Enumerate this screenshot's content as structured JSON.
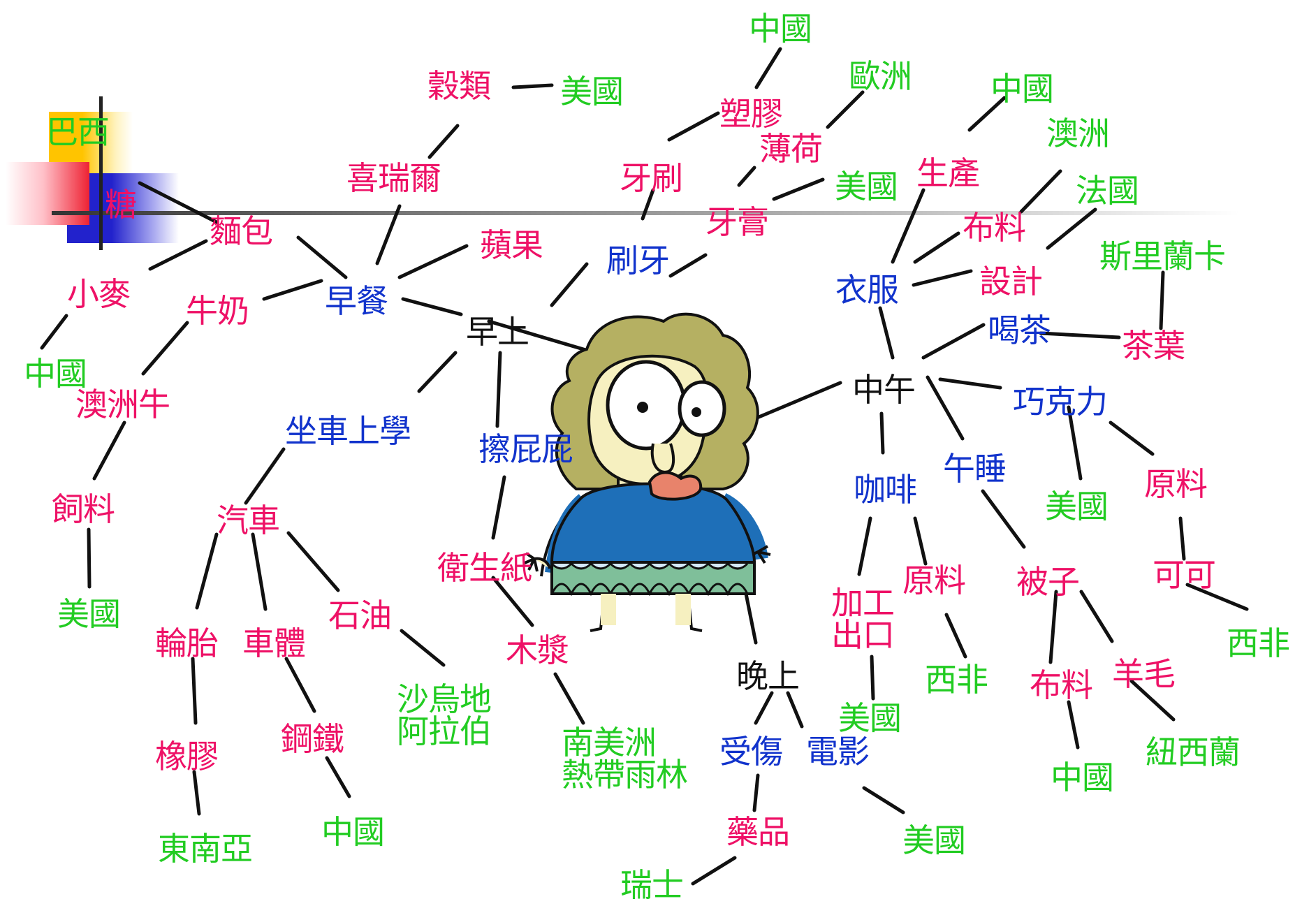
{
  "colors": {
    "red": "#ee1166",
    "green": "#22cc22",
    "blue": "#1133cc",
    "black": "#111111",
    "line": "#111111",
    "hair": "#b5b062",
    "dress": "#1e6fb8",
    "skirt": "#7fbf9a",
    "face": "#f6f0c0",
    "lips": "#e8836b"
  },
  "labels": {
    "breakfast_domain": {
      "morning": "早上",
      "breakfast": "早餐",
      "cereal": "穀類",
      "cereal_usa": "美國",
      "cheerios": "喜瑞爾",
      "apple": "蘋果",
      "bread": "麵包",
      "sugar": "糖",
      "sugar_brazil": "巴西",
      "wheat": "小麥",
      "wheat_china": "中國",
      "milk": "牛奶",
      "aus_cattle": "澳洲牛",
      "feed": "飼料",
      "feed_usa": "美國"
    },
    "brush_domain": {
      "brush_teeth": "刷牙",
      "toothbrush": "牙刷",
      "plastic": "塑膠",
      "plastic_china": "中國",
      "toothpaste": "牙膏",
      "mint": "薄荷",
      "mint_europe": "歐洲",
      "toothpaste_usa": "美國"
    },
    "school_domain": {
      "bus_to_school": "坐車上學",
      "car": "汽車",
      "tire": "輪胎",
      "rubber": "橡膠",
      "southeast_asia": "東南亞",
      "body": "車體",
      "steel": "鋼鐵",
      "steel_china": "中國",
      "petroleum": "石油",
      "saudi": "沙烏地\n阿拉伯"
    },
    "toilet_domain": {
      "wipe": "擦屁屁",
      "toilet_paper": "衛生紙",
      "pulp": "木漿",
      "rainforest": "南美洲\n熱帶雨林"
    },
    "noon_domain": {
      "noon": "中午",
      "clothes": "衣服",
      "production": "生產",
      "production_china": "中國",
      "fabric": "布料",
      "fabric_australia": "澳洲",
      "design": "設計",
      "design_france": "法國",
      "tea": "喝茶",
      "tea_leaves": "茶葉",
      "sri_lanka": "斯里蘭卡",
      "chocolate": "巧克力",
      "choco_usa": "美國",
      "raw_material": "原料",
      "cocoa": "可可",
      "west_africa": "西非",
      "nap": "午睡",
      "quilt": "被子",
      "quilt_fabric": "布料",
      "quilt_fabric_china": "中國",
      "wool": "羊毛",
      "new_zealand": "紐西蘭",
      "coffee": "咖啡",
      "processing": "加工\n出口",
      "processing_usa": "美國",
      "coffee_raw": "原料",
      "coffee_west_africa": "西非"
    },
    "evening_domain": {
      "evening": "晚上",
      "injury": "受傷",
      "medicine": "藥品",
      "switzerland": "瑞士",
      "movie": "電影",
      "movie_usa": "美國"
    }
  }
}
